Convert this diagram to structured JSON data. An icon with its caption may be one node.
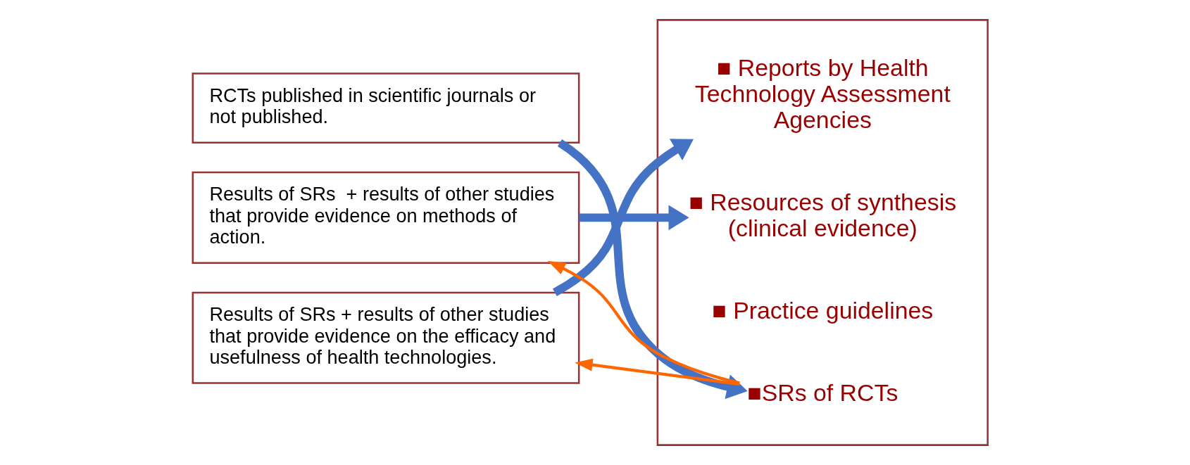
{
  "diagram": {
    "nodes": [
      {
        "text": [
          "RCTs published in scientific journals or not published."
        ]
      },
      {
        "text": [
          "Results of SRs  + results of other studies that provide evidence on methods of action."
        ]
      },
      {
        "text": [
          "Results of SRs + results of other studies that provide evidence on the efficacy and usefulness of health technologies."
        ]
      },
      {
        "text": [],
        "shape": "box"
      },
      {
        "text": [
          "■SRs of RCTs"
        ],
        "in": 3
      },
      {
        "text": [
          "■ Practice guidelines"
        ],
        "in": 3
      },
      {
        "text": [
          "■ Resources of synthesis (clinical evidence)"
        ],
        "in": 3
      },
      {
        "text": [
          "■ Reports by Health Technology Assessment Agencies"
        ],
        "in": 3
      }
    ],
    "edges": [
      {
        "from": 0,
        "to": 4,
        "arrow": "to"
      },
      {
        "from": 4,
        "to": 1,
        "arrow": "to",
        "color": "#ff6600"
      },
      {
        "from": 4,
        "to": 2,
        "arrow": "to",
        "color": "#ff6600"
      },
      {
        "from": 1,
        "to": 6,
        "arrow": "to"
      },
      {
        "from": 2,
        "to": 7,
        "arrow": "to"
      }
    ]
  }
}
